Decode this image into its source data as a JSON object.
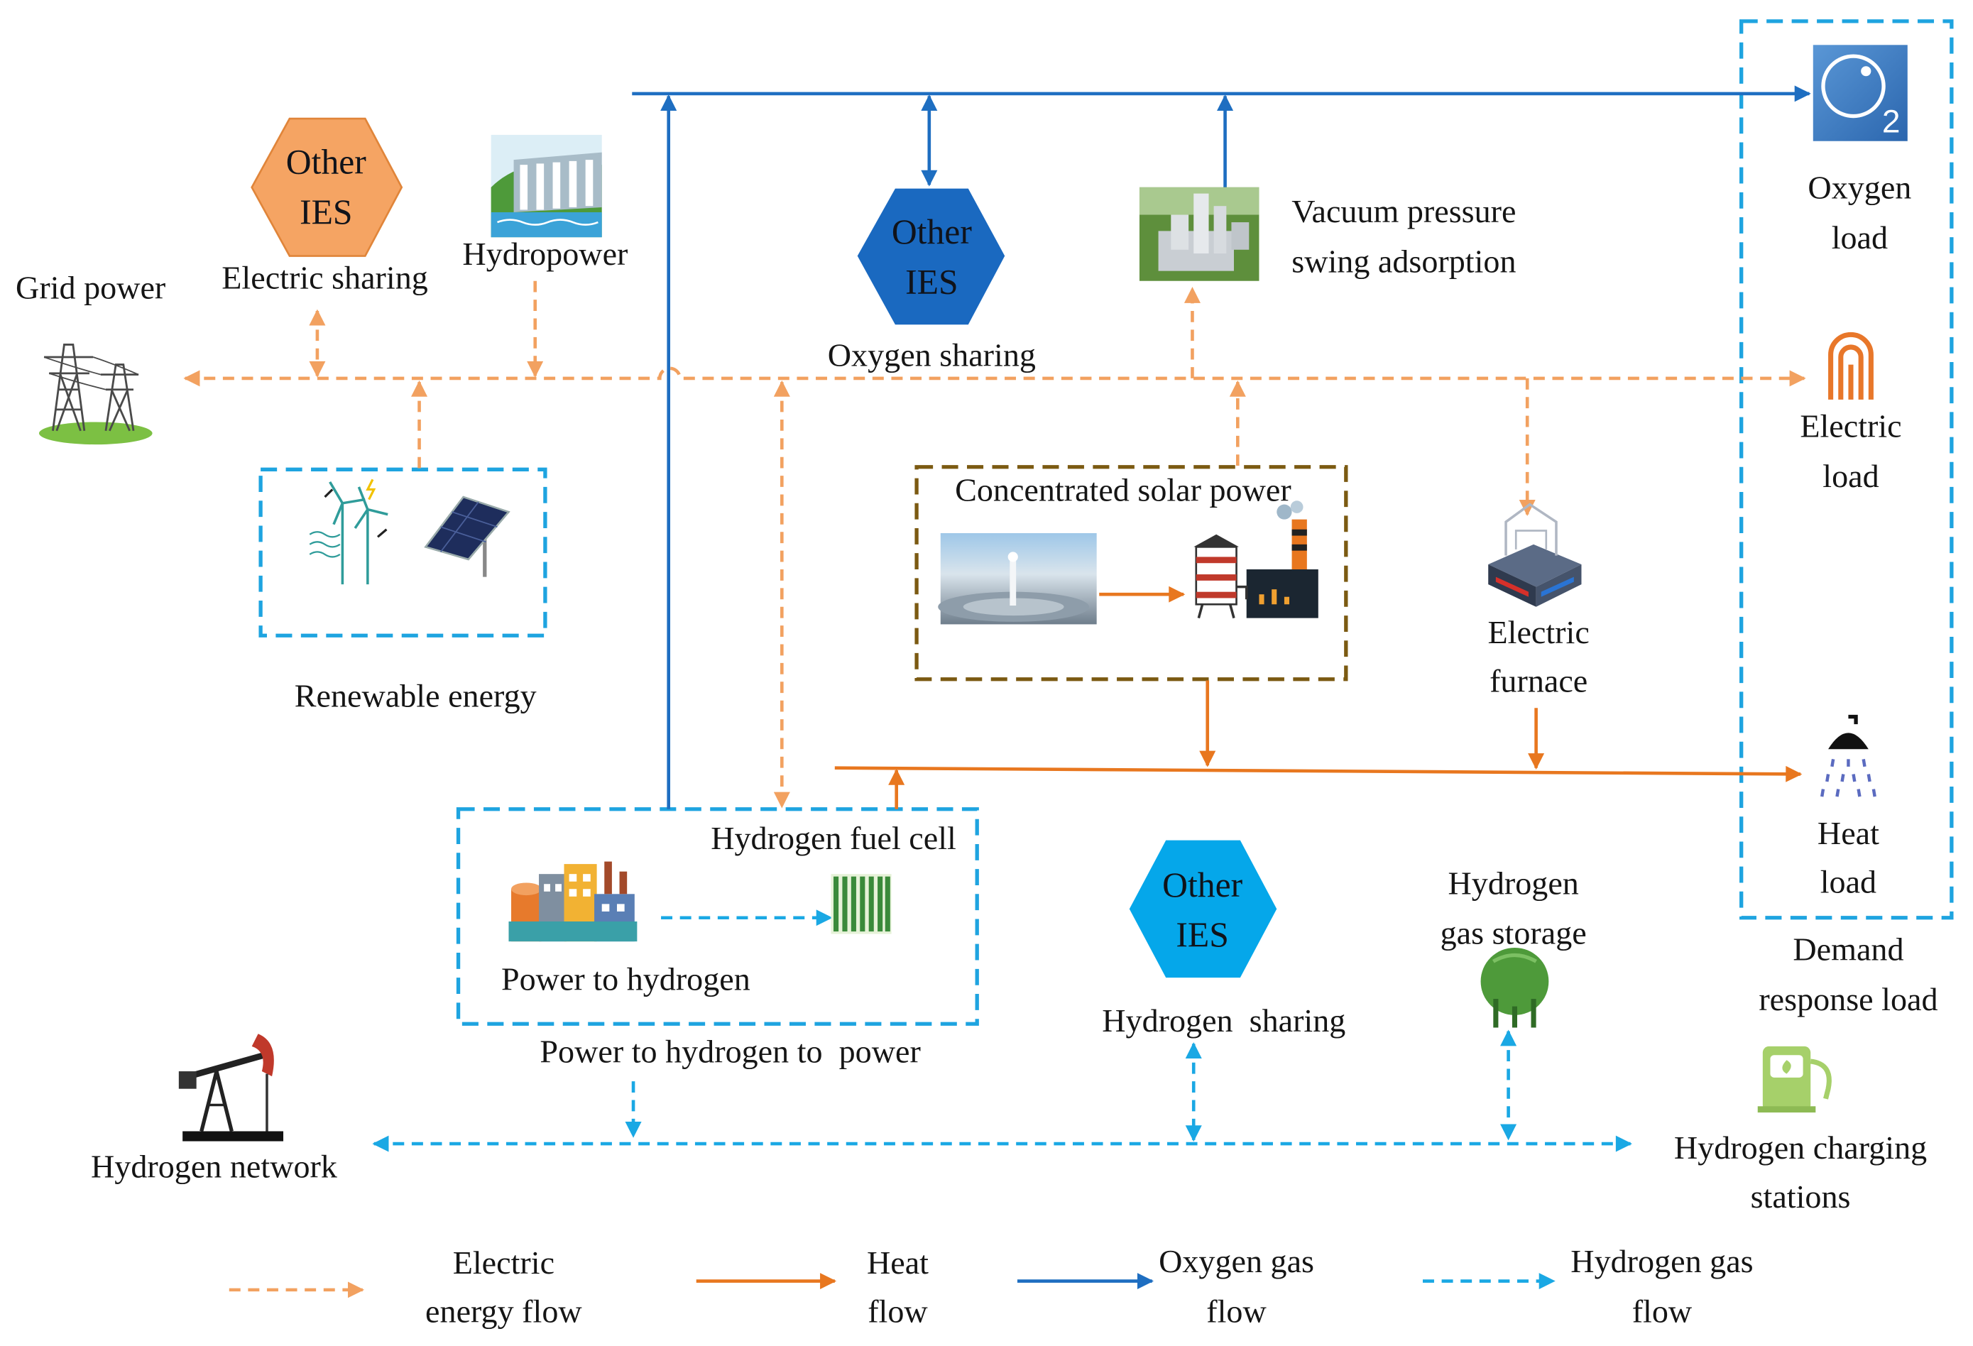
{
  "colors": {
    "electric": "#F2A160",
    "heat": "#E8771F",
    "oxygen": "#1E6EC1",
    "hydrogen": "#1AA8E4",
    "box_cyan": "#1EA4E0",
    "box_brown": "#7B5A12",
    "hex_orange": "#F5A463",
    "hex_orange_border": "#E0853A",
    "hex_blue": "#1A69C0",
    "hex_cyan": "#05A7EA"
  },
  "nodes": {
    "grid_power": {
      "label": "Grid power"
    },
    "electric_sharing": {
      "hex_line1": "Other",
      "hex_line2": "IES",
      "caption": "Electric sharing"
    },
    "hydropower": {
      "label": "Hydropower"
    },
    "renewable_energy": {
      "label": "Renewable energy"
    },
    "oxygen_sharing": {
      "hex_line1": "Other",
      "hex_line2": "IES",
      "caption": "Oxygen sharing"
    },
    "vacuum_psa": {
      "lines": [
        "Vacuum pressure",
        "swing adsorption"
      ]
    },
    "concentrated_solar_power": {
      "label": "Concentrated solar power"
    },
    "electric_furnace": {
      "lines": [
        "Electric",
        "furnace"
      ]
    },
    "power_to_hydrogen_to_power": {
      "label": "Power to hydrogen to  power",
      "fuel_cell": "Hydrogen fuel cell",
      "power_to_hydrogen": "Power to hydrogen"
    },
    "hydrogen_sharing": {
      "hex_line1": "Other",
      "hex_line2": "IES",
      "caption": "Hydrogen  sharing"
    },
    "hydrogen_gas_storage": {
      "lines": [
        "Hydrogen",
        "gas storage"
      ]
    },
    "hydrogen_network": {
      "label": "Hydrogen network"
    },
    "hydrogen_charging_stations": {
      "lines": [
        "Hydrogen charging",
        "stations"
      ]
    }
  },
  "demand_response_load": {
    "lines": [
      "Demand",
      "response load"
    ],
    "oxygen_load": {
      "lines": [
        "Oxygen",
        "load"
      ],
      "icon_text": "2"
    },
    "electric_load": {
      "lines": [
        "Electric",
        "load"
      ]
    },
    "heat_load": {
      "lines": [
        "Heat",
        "load"
      ]
    }
  },
  "legend": [
    {
      "lines": [
        "Electric",
        "energy flow"
      ]
    },
    {
      "lines": [
        "Heat",
        "flow"
      ]
    },
    {
      "lines": [
        "Oxygen gas",
        "flow"
      ]
    },
    {
      "lines": [
        "Hydrogen gas",
        "flow"
      ]
    }
  ],
  "icons": {
    "grid_power": "transmission-tower-icon",
    "hydropower": "dam-icon",
    "renewable": [
      "wind-turbine-icon",
      "solar-panel-icon"
    ],
    "oxygen_load": "oxygen-molecule-icon",
    "electric_load": "filament-icon",
    "vacuum_psa": "industrial-plant-icon",
    "csp": [
      "solar-field-icon",
      "power-block-icon"
    ],
    "electric_furnace": "furnace-icon",
    "heat_load": "shower-icon",
    "power_to_hydrogen": "factory-icon",
    "fuel_cell": "fuel-cell-stack-icon",
    "hydrogen_storage": "storage-tank-icon",
    "hydrogen_network": "pump-jack-icon",
    "hydrogen_charging": "charging-station-icon"
  }
}
